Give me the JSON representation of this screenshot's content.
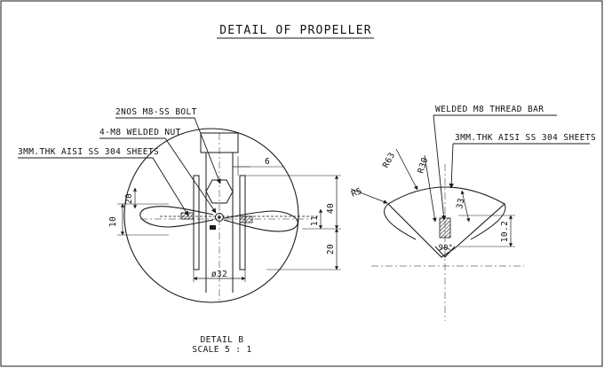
{
  "title": "DETAIL OF PROPELLER",
  "left_view": {
    "labels": {
      "bolt": "2NOS M8-SS BOLT",
      "nut": "4-M8 WELDED NUT",
      "sheets": "3MM.THK AISI SS 304 SHEETS"
    },
    "dimensions": {
      "d1": "6",
      "d2": "40",
      "d3": "11",
      "d4": "20",
      "d5": "20",
      "d6": "10",
      "diameter": "ø32"
    },
    "caption": {
      "line1": "DETAIL B",
      "line2": "SCALE 5 : 1"
    }
  },
  "right_view": {
    "labels": {
      "thread_bar": "WELDED M8 THREAD BAR",
      "sheets": "3MM.THK AISI SS 304 SHEETS"
    },
    "dimensions": {
      "r1": "R63",
      "r2": "R30",
      "r3": "R5",
      "d1": "33",
      "d2": "10.2",
      "angle": "90°"
    }
  },
  "colors": {
    "ink": "#1a1a1a",
    "background": "#ffffff"
  }
}
